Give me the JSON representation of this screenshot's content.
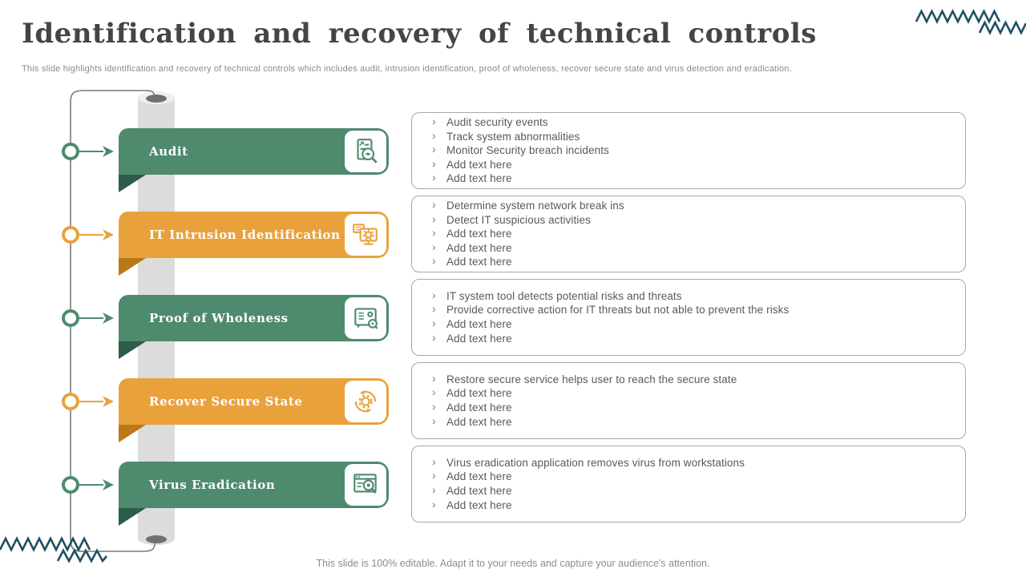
{
  "slide": {
    "title": "Identification and recovery of technical controls",
    "subtitle": "This slide highlights identification and recovery of technical controls which includes audit, intrusion identification, proof of wholeness, recover secure state and virus detection and eradication.",
    "footer": "This slide is 100% editable. Adapt it to your needs and capture your audience's attention."
  },
  "colors": {
    "green": "#4e8a6e",
    "green_dark": "#2d5c48",
    "orange": "#e9a23b",
    "orange_dark": "#b87916",
    "track_gray": "#dcdcdc",
    "connector_gray": "#7a7a7a",
    "zigzag_navy": "#204f62",
    "bullet_text": "#595959"
  },
  "rows": [
    {
      "title": "Audit",
      "color": "green",
      "icon": "audit-report-magnifier-icon",
      "bullets": [
        "Audit security events",
        "Track system abnormalities",
        "Monitor Security breach incidents",
        "Add text here",
        "Add text here"
      ]
    },
    {
      "title": "IT Intrusion Identification",
      "color": "orange",
      "icon": "monitor-gear-icon",
      "bullets": [
        "Determine system network break ins",
        "Detect IT suspicious activities",
        "Add text here",
        "Add text here",
        "Add text here"
      ]
    },
    {
      "title": "Proof of Wholeness",
      "color": "green",
      "icon": "safe-verification-icon",
      "bullets": [
        "IT system tool detects potential risks and threats",
        "Provide corrective action for IT threats but not able to prevent the risks",
        "Add text here",
        "Add text here"
      ]
    },
    {
      "title": "Recover Secure State",
      "color": "orange",
      "icon": "gear-refresh-icon",
      "bullets": [
        "Restore secure service helps user to reach the secure state",
        "Add text here",
        "Add text here",
        "Add text here"
      ]
    },
    {
      "title": "Virus Eradication",
      "color": "green",
      "icon": "window-scan-magnifier-icon",
      "bullets": [
        "Virus eradication application removes virus from workstations",
        "Add text here",
        "Add text here",
        "Add text here"
      ]
    }
  ]
}
